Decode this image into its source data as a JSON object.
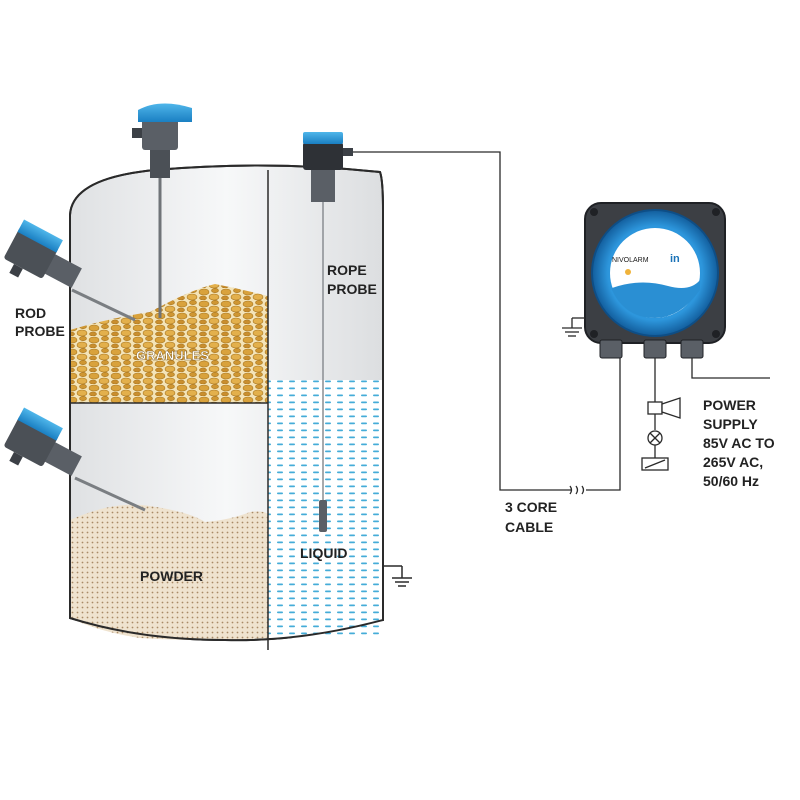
{
  "labels": {
    "rod_probe": [
      "ROD",
      "PROBE"
    ],
    "rope_probe": [
      "ROPE",
      "PROBE"
    ],
    "granules": "GRANULES",
    "powder": "POWDER",
    "liquid": "LIQUID",
    "cable": [
      "3 CORE",
      "CABLE"
    ],
    "power_supply": [
      "POWER",
      "SUPPLY",
      "85V AC TO",
      "265V AC,",
      "50/60 Hz"
    ],
    "device_brand": "NIVOLARM"
  },
  "colors": {
    "probe_head": "#2b9ad6",
    "probe_body": "#5a5f66",
    "granule": "#d9a640",
    "powder": "#e8d8c0",
    "liquid_dot": "#3aa8d8",
    "device_ring": "#1e7fc6",
    "device_body": "#3c3f44",
    "tank_fill": "#f1f2f3"
  },
  "icons": [
    "rod-probe-icon",
    "rope-probe-icon",
    "ground-icon",
    "horn-icon",
    "lamp-icon",
    "relay-coil-icon",
    "cable-break-icon"
  ]
}
